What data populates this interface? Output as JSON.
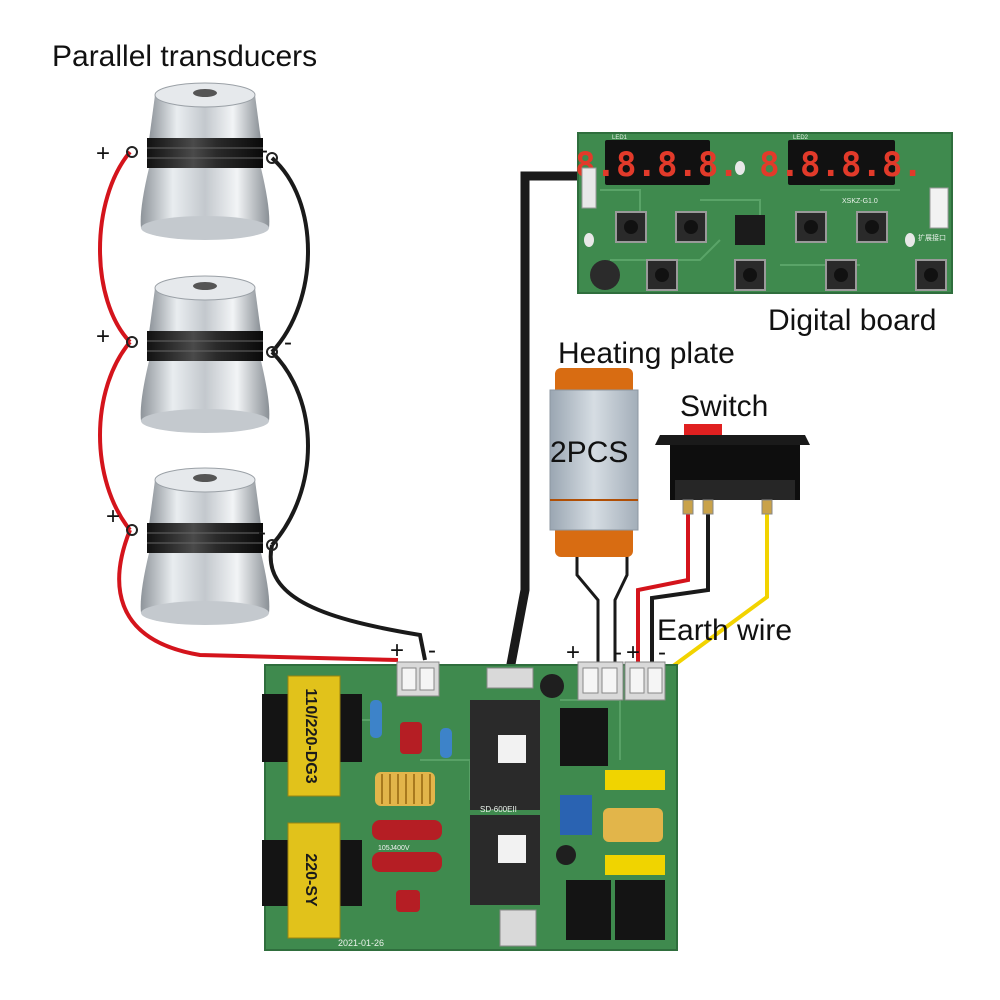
{
  "labels": {
    "parallel_transducers": "Parallel transducers",
    "digital_board": "Digital board",
    "heating_plate": "Heating plate",
    "switch": "Switch",
    "two_pcs": "2PCS",
    "earth_wire": "Earth wire",
    "plus": "+",
    "minus": "-"
  },
  "main_board": {
    "transformer_1": "110/220-DG3",
    "transformer_2": "220-SY",
    "date_code": "2021-01-26",
    "heatsink_label": "SD-600EII",
    "cap_label": "105J400V"
  },
  "digital_board_pcb": {
    "display_1": "8.8.8.8.",
    "display_2": "8.8.8.8.",
    "model": "XSKZ-G1.0",
    "led1": "LED1",
    "led2": "LED2",
    "expand_port": "扩展接口"
  },
  "colors": {
    "pcb_green": "#3f8a4e",
    "pcb_dark": "#2f6e3d",
    "wire_red": "#d4141c",
    "wire_black": "#1a1a1a",
    "wire_yellow": "#f2d300",
    "heater_copper": "#d86c12",
    "heater_silver": "#b9c4cf",
    "switch_red": "#e02020"
  }
}
